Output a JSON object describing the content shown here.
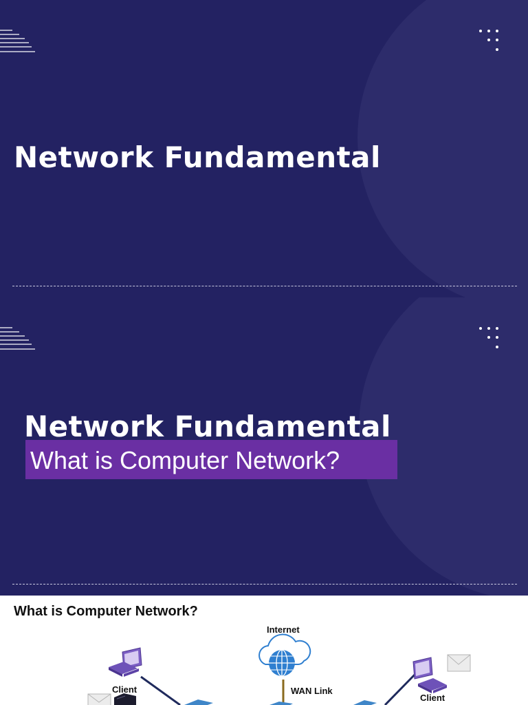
{
  "slide1": {
    "title": "Network Fundamental",
    "colors": {
      "background": "#232262",
      "circle": "#2d2c6b",
      "text": "#ffffff"
    },
    "icons": [
      "stripes-decoration-icon",
      "dots-decoration-icon"
    ]
  },
  "slide2": {
    "title": "Network Fundamental",
    "subtitle": "What is Computer Network?",
    "colors": {
      "background": "#232262",
      "highlight": "#6a2fa3",
      "text": "#ffffff"
    },
    "icons": [
      "stripes-decoration-icon",
      "dots-decoration-icon"
    ]
  },
  "page3": {
    "heading": "What is Computer Network?",
    "diagram": {
      "labels": {
        "internet": "Internet",
        "wan_link": "WAN Link",
        "client_left": "Client",
        "client_right": "Client"
      },
      "icons": [
        "cloud-globe-icon",
        "computer-icon",
        "email-icon",
        "server-icon",
        "switch-icon"
      ]
    }
  }
}
